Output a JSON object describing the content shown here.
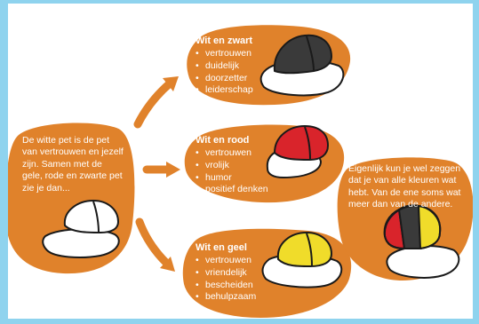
{
  "colors": {
    "frame": "#8fd3ee",
    "blob": "#e0822b",
    "cap_black": "#3a3a3a",
    "cap_red": "#d9242b",
    "cap_yellow": "#f0dc2a",
    "cap_white": "#ffffff",
    "outline": "#1a1a1a"
  },
  "intro": {
    "text": "De witte pet is de pet van vertrouwen en jezelf zijn. Samen met de gele, rode en zwarte pet zie je dan..."
  },
  "groups": [
    {
      "title": "Wit en zwart",
      "cap": "black-white-cap-icon",
      "items": [
        "vertrouwen",
        "duidelijk",
        "doorzetter",
        "leiderschap"
      ]
    },
    {
      "title": "Wit en rood",
      "cap": "red-white-cap-icon",
      "items": [
        "vertrouwen",
        "vrolijk",
        "humor",
        "positief denken"
      ]
    },
    {
      "title": "Wit en geel",
      "cap": "yellow-white-cap-icon",
      "items": [
        "vertrouwen",
        "vriendelijk",
        "bescheiden",
        "behulpzaam"
      ]
    }
  ],
  "conclusion": {
    "text": "Eigenlijk kun je wel zeggen dat je van alle kleuren wat hebt. Van de ene soms wat meer dan van de andere."
  }
}
